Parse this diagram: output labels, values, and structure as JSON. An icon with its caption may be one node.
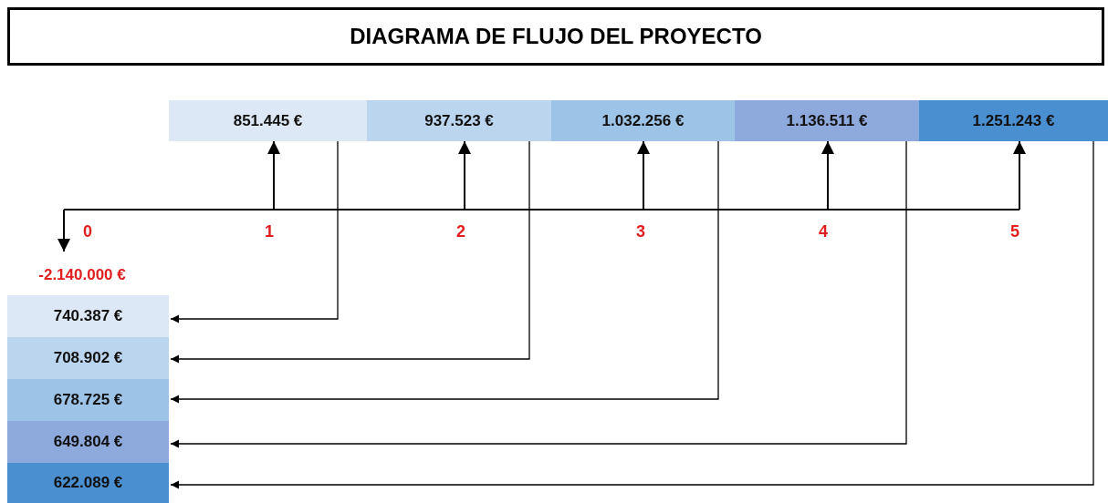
{
  "diagram": {
    "title": "DIAGRAMA DE FLUJO DEL PROYECTO",
    "nodes": [
      {
        "text": [
          "851.445 €"
        ]
      },
      {
        "text": [
          "937.523 €"
        ]
      },
      {
        "text": [
          "1.032.256 €"
        ]
      },
      {
        "text": [
          "1.136.511 €"
        ]
      },
      {
        "text": [
          "1.251.243 €"
        ]
      },
      {
        "text": [
          "740.387 €"
        ]
      },
      {
        "text": [
          "708.902 €"
        ]
      },
      {
        "text": [
          "678.725 €"
        ]
      },
      {
        "text": [
          "649.804 €"
        ]
      },
      {
        "text": [
          "622.089 €"
        ]
      },
      {
        "text": [
          "-2.140.000 €"
        ]
      }
    ],
    "edges": [
      {
        "from": null,
        "to": 10,
        "arrow": "to"
      },
      {
        "from": null,
        "to": 0,
        "arrow": "to"
      },
      {
        "from": null,
        "to": 1,
        "arrow": "to"
      },
      {
        "from": null,
        "to": 2,
        "arrow": "to"
      },
      {
        "from": null,
        "to": 3,
        "arrow": "to"
      },
      {
        "from": null,
        "to": 4,
        "arrow": "to"
      },
      {
        "from": 0,
        "to": 5,
        "arrow": "to"
      },
      {
        "from": 1,
        "to": 6,
        "arrow": "to"
      },
      {
        "from": 2,
        "to": 7,
        "arrow": "to"
      },
      {
        "from": 3,
        "to": 8,
        "arrow": "to"
      },
      {
        "from": 4,
        "to": 9,
        "arrow": "to"
      }
    ],
    "labels": [
      "0",
      "1",
      "2",
      "3",
      "4",
      "5"
    ]
  }
}
